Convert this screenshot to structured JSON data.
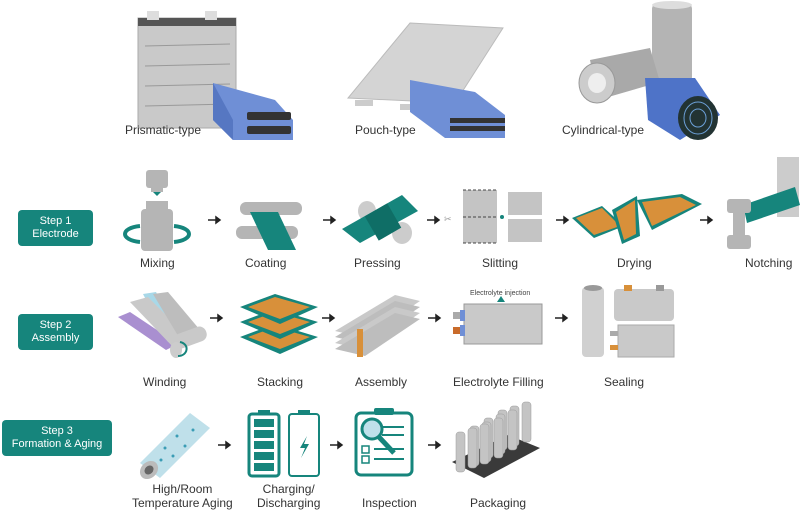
{
  "cell_types": [
    {
      "label": "Prismatic-type"
    },
    {
      "label": "Pouch-type"
    },
    {
      "label": "Cylindrical-type"
    }
  ],
  "steps": [
    {
      "title": "Step 1",
      "subtitle": "Electrode",
      "processes": [
        "Mixing",
        "Coating",
        "Pressing",
        "Slitting",
        "Drying",
        "Notching"
      ]
    },
    {
      "title": "Step 2",
      "subtitle": "Assembly",
      "processes": [
        "Winding",
        "Stacking",
        "Assembly",
        "Electrolyte Filling",
        "Sealing"
      ],
      "annotation": "Electrolyte injection"
    },
    {
      "title": "Step 3",
      "subtitle": "Formation & Aging",
      "processes": [
        "High/Room",
        "Charging/",
        "Inspection",
        "Packaging"
      ],
      "processes_line2": [
        "Temperature Aging",
        "Discharging"
      ]
    }
  ],
  "colors": {
    "teal": "#16857c",
    "gray": "#bdbdbd",
    "blue": "#6f8fd6",
    "orange": "#d8903a"
  }
}
